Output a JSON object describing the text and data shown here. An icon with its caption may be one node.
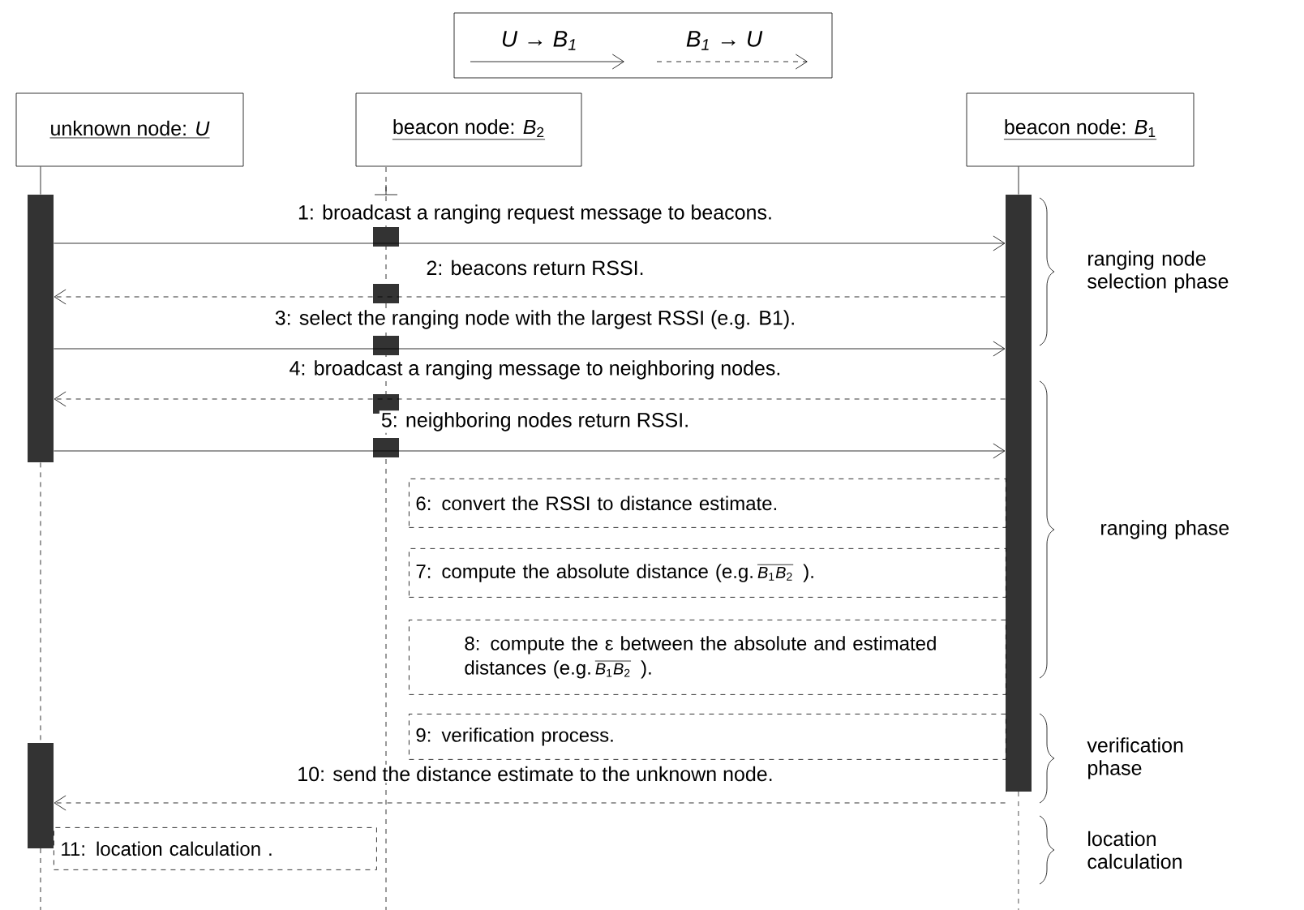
{
  "diagram": {
    "nodes": [
      {
        "text": [
          "unknown node: *U*"
        ]
      },
      {
        "text": [
          "beacon node: *B*$_{2}$"
        ]
      },
      {
        "text": [
          "beacon node: *B*$_{1}$"
        ]
      },
      {
        "text": [],
        "shape": "bar"
      },
      {
        "text": [],
        "shape": "bar"
      },
      {
        "text": [],
        "shape": "bar"
      },
      {
        "text": [
          "6: convert the RSSI to distance estimate."
        ]
      },
      {
        "text": [
          "7: compute the absolute distance (e.g.",
          "*B*$_{1}$*B*$_{2}$",
          ")."
        ]
      },
      {
        "text": [
          "8: compute the ε between the absolute and estimated distances",
          "(e.g.",
          "*B*$_{1}$*B*$_{2}$",
          ")."
        ]
      },
      {
        "text": [
          "9: verification process."
        ]
      },
      {
        "text": [
          "11: location calculation ."
        ]
      }
    ],
    "edges": [
      {
        "from": 0,
        "to": 3,
        "arrow": "none"
      },
      {
        "from": 2,
        "to": 4,
        "arrow": "none"
      },
      {
        "from": 3,
        "to": 5,
        "arrow": "none",
        "style": "dashed"
      },
      {
        "from": 3,
        "to": 4,
        "arrow": "to",
        "label": "1: broadcast a ranging request message to beacons."
      },
      {
        "from": 4,
        "to": 3,
        "arrow": "to",
        "style": "dashed",
        "label": "2: beacons return RSSI."
      },
      {
        "from": 3,
        "to": 4,
        "arrow": "to",
        "label": "3: select the ranging node with the largest RSSI (e.g. B1)."
      },
      {
        "from": 4,
        "to": 3,
        "arrow": "to",
        "style": "dashed",
        "label": "4: broadcast a ranging message to neighboring nodes."
      },
      {
        "from": 3,
        "to": 4,
        "arrow": "to",
        "label": "5: neighboring nodes return RSSI."
      },
      {
        "from": 4,
        "to": 5,
        "arrow": "to",
        "style": "dashed",
        "label": "10: send the distance estimate to the unknown node."
      }
    ],
    "labels": [
      "ranging node selection phase",
      "ranging phase",
      "verification phase",
      "location calculation"
    ],
    "legend": [
      {
        "text": "U → B$_{1}$"
      },
      {
        "text": "B$_{1}$ → U"
      }
    ]
  }
}
